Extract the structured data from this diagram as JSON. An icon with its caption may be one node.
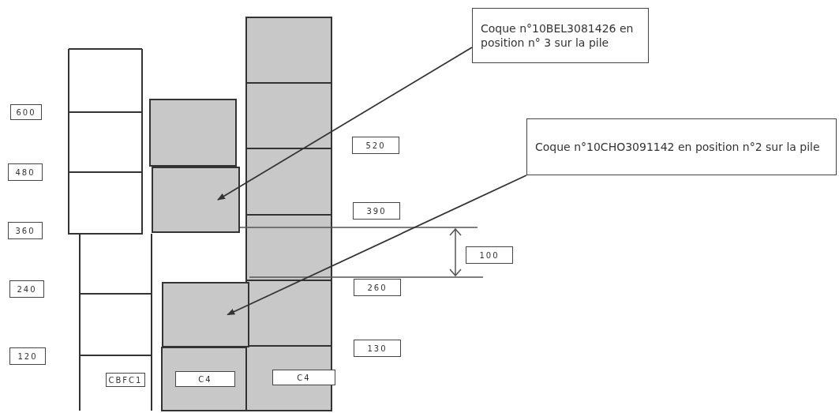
{
  "diagram": {
    "nodes": [
      {
        "text": [
          "Coque n°10BEL3081426 en position n° 3 sur la pile"
        ]
      },
      {
        "text": [
          "600"
        ]
      },
      {
        "text": [
          "480"
        ]
      },
      {
        "text": [],
        "shape": "box"
      },
      {
        "text": [
          "520"
        ]
      },
      {
        "text": [
          "Coque n°10CHO3091142 en position n°2 sur la pile"
        ]
      },
      {
        "text": [
          "390"
        ]
      },
      {
        "text": [
          "360"
        ]
      },
      {
        "text": [
          "100"
        ]
      },
      {
        "text": [
          "240"
        ]
      },
      {
        "text": [
          "260"
        ]
      },
      {
        "text": [],
        "shape": "box"
      },
      {
        "text": [
          "130"
        ]
      },
      {
        "text": [
          "120"
        ]
      },
      {
        "text": [
          "CBFC1"
        ]
      },
      {
        "text": [
          "C4"
        ]
      },
      {
        "text": [
          "C4"
        ]
      }
    ],
    "edges": [
      {
        "from": 0,
        "to": 3,
        "arrow": "to"
      },
      {
        "from": 5,
        "to": 11,
        "arrow": "to"
      }
    ]
  }
}
